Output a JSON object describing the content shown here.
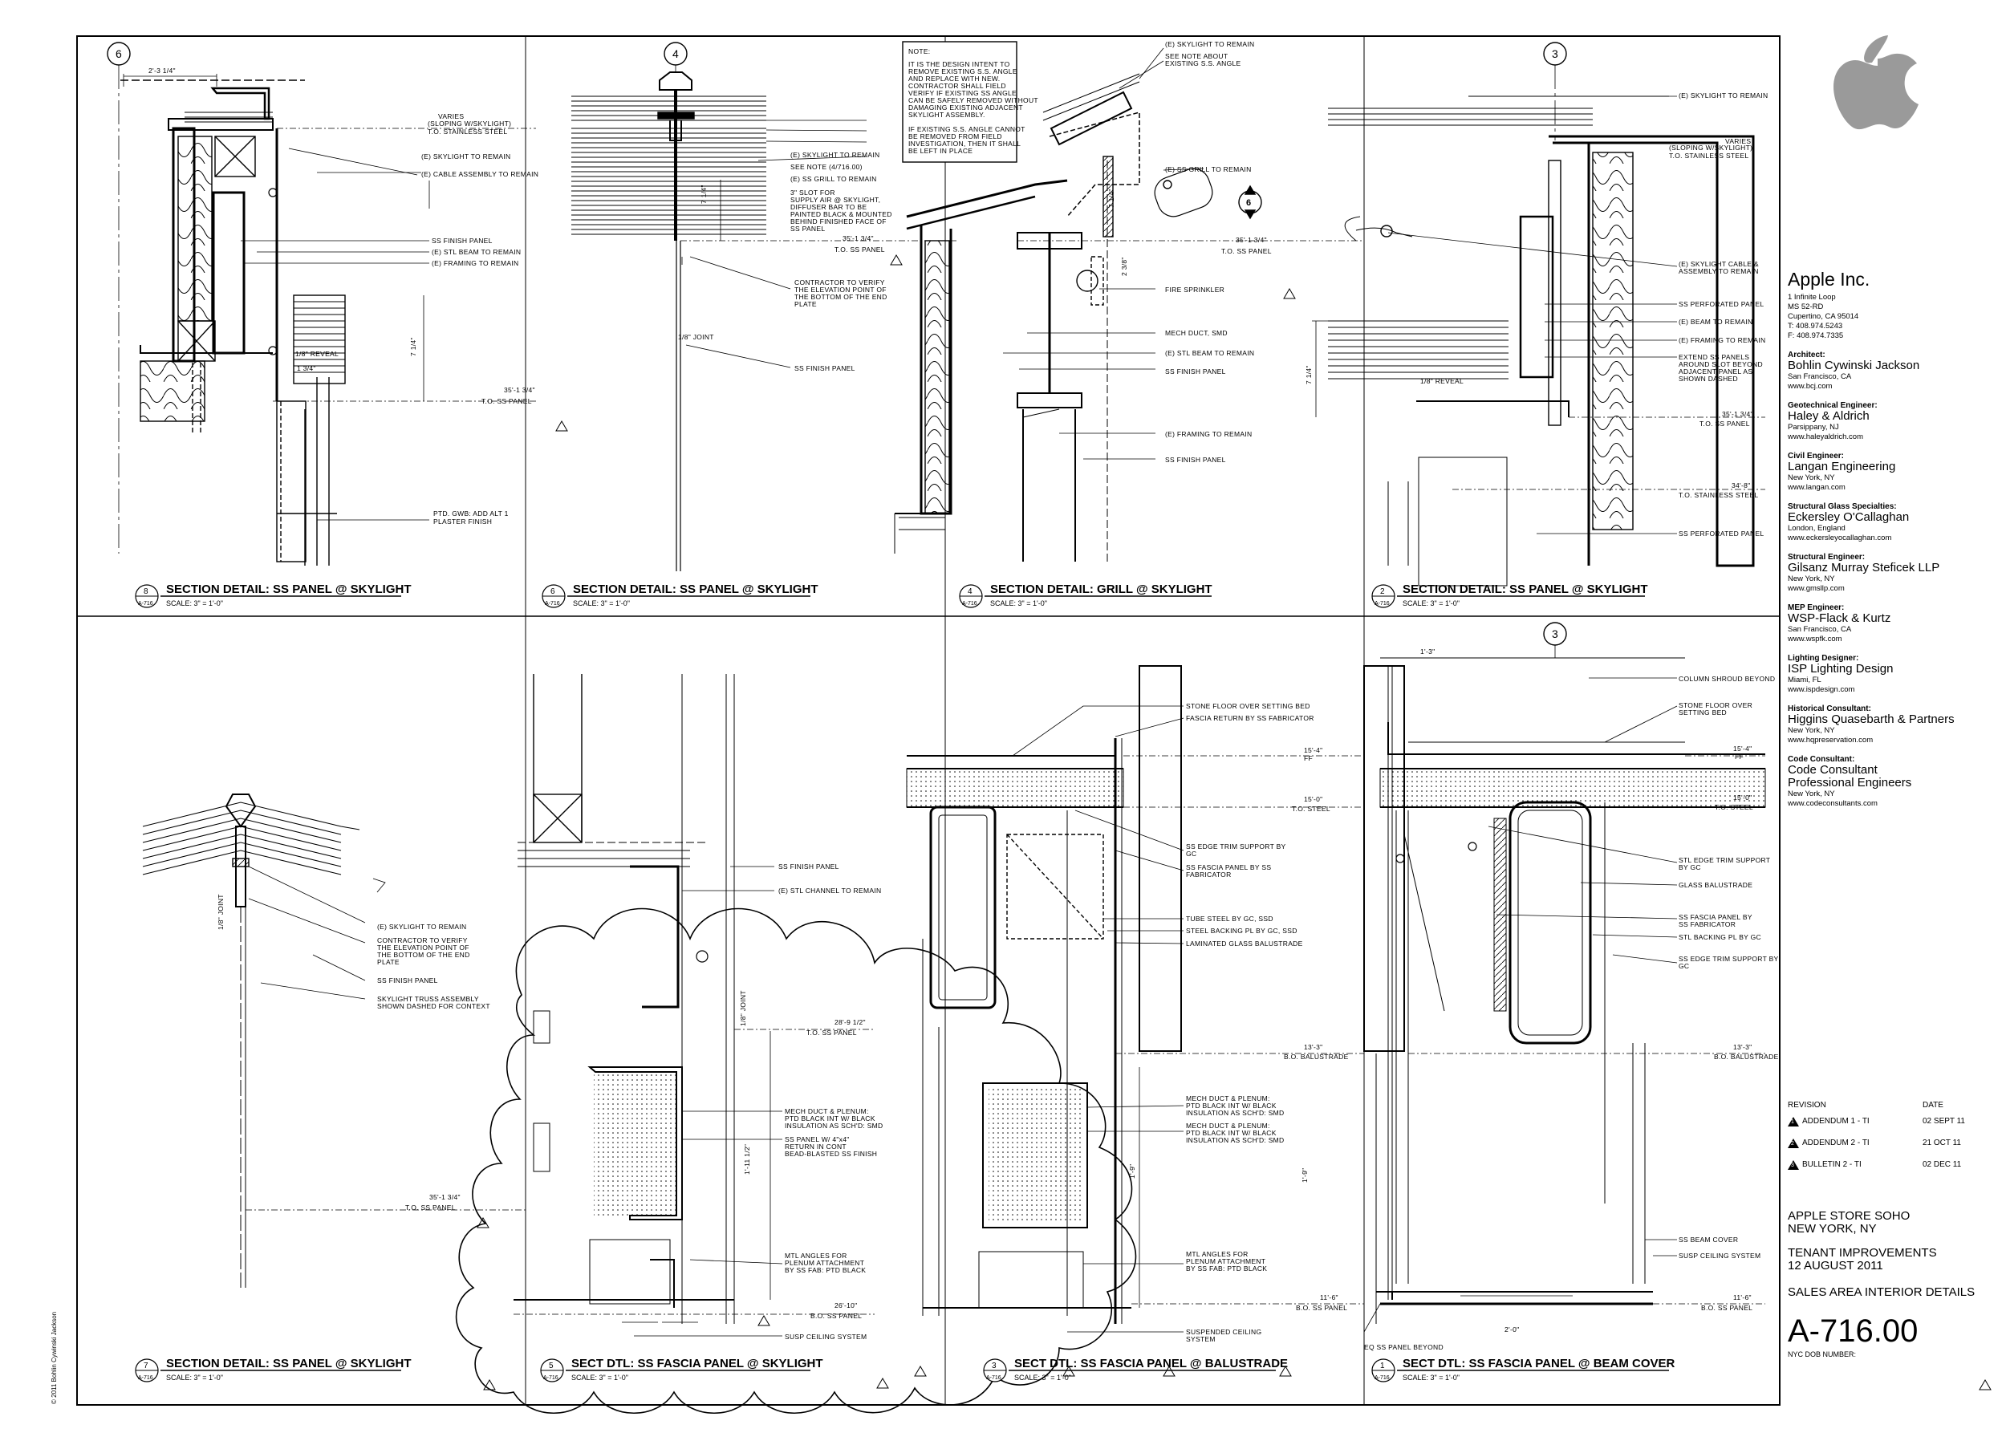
{
  "company": {
    "name": "Apple Inc.",
    "address": [
      "1 Infinite Loop",
      "MS 52-RD",
      "Cupertino, CA 95014",
      "T: 408.974.5243",
      "F: 408.974.7335"
    ]
  },
  "consultants": [
    {
      "role": "Architect:",
      "firm": [
        "Bohlin Cywinski Jackson"
      ],
      "city": "San Francisco, CA",
      "web": "www.bcj.com"
    },
    {
      "role": "Geotechnical Engineer:",
      "firm": [
        "Haley & Aldrich"
      ],
      "city": "Parsippany, NJ",
      "web": "www.haleyaldrich.com"
    },
    {
      "role": "Civil Engineer:",
      "firm": [
        "Langan Engineering"
      ],
      "city": "New York, NY",
      "web": "www.langan.com"
    },
    {
      "role": "Structural Glass Specialties:",
      "firm": [
        "Eckersley O'Callaghan"
      ],
      "city": "London, England",
      "web": "www.eckersleyocallaghan.com"
    },
    {
      "role": "Structural Engineer:",
      "firm": [
        "Gilsanz Murray Steficek LLP"
      ],
      "city": "New York, NY",
      "web": "www.gmsllp.com"
    },
    {
      "role": "MEP Engineer:",
      "firm": [
        "WSP-Flack & Kurtz"
      ],
      "city": "San Francisco, CA",
      "web": "www.wspfk.com"
    },
    {
      "role": "Lighting Designer:",
      "firm": [
        "ISP Lighting Design"
      ],
      "city": "Miami, FL",
      "web": "www.ispdesign.com"
    },
    {
      "role": "Historical Consultant:",
      "firm": [
        "Higgins Quasebarth & Partners"
      ],
      "city": "New York, NY",
      "web": "www.hqpreservation.com"
    },
    {
      "role": "Code Consultant:",
      "firm": [
        "Code Consultant",
        "Professional Engineers"
      ],
      "city": "New York, NY",
      "web": "www.codeconsultants.com"
    }
  ],
  "revisions": {
    "header": "REVISION",
    "date_header": "DATE",
    "items": [
      {
        "num": "1",
        "label": "ADDENDUM 1 - TI",
        "date": "02 SEPT 11"
      },
      {
        "num": "2",
        "label": "ADDENDUM 2 - TI",
        "date": "21 OCT 11"
      },
      {
        "num": "3",
        "label": "BULLETIN 2 - TI",
        "date": "02 DEC 11"
      }
    ]
  },
  "project": {
    "name": [
      "APPLE STORE SOHO",
      "NEW YORK, NY"
    ],
    "phase": [
      "TENANT IMPROVEMENTS",
      "12 AUGUST 2011"
    ],
    "sheet_title": "SALES AREA INTERIOR DETAILS",
    "sheet_number": "A-716.00",
    "dob": "NYC DOB NUMBER:"
  },
  "copyright": "© 2011 Bohlin Cywinski Jackson",
  "details": [
    {
      "num": "8",
      "ref": "A-716",
      "title": "SECTION DETAIL: SS PANEL @ SKYLIGHT",
      "scale": "SCALE:  3\" = 1'-0\""
    },
    {
      "num": "6",
      "ref": "A-716",
      "title": "SECTION DETAIL: SS PANEL @ SKYLIGHT",
      "scale": "SCALE:  3\" = 1'-0\""
    },
    {
      "num": "4",
      "ref": "A-716",
      "title": "SECTION DETAIL: GRILL @ SKYLIGHT",
      "scale": "SCALE:  3\" = 1'-0\""
    },
    {
      "num": "2",
      "ref": "A-716",
      "title": "SECTION DETAIL: SS PANEL @ SKYLIGHT",
      "scale": "SCALE:  3\" = 1'-0\""
    },
    {
      "num": "7",
      "ref": "A-716",
      "title": "SECTION DETAIL: SS PANEL @ SKYLIGHT",
      "scale": "SCALE:  3\" = 1'-0\""
    },
    {
      "num": "5",
      "ref": "A-716",
      "title": "SECT DTL: SS FASCIA PANEL @ SKYLIGHT",
      "scale": "SCALE:  3\" = 1'-0\""
    },
    {
      "num": "3",
      "ref": "A-716",
      "title": "SECT DTL: SS FASCIA PANEL @ BALUSTRADE",
      "scale": "SCALE:  3\" = 1'-0\""
    },
    {
      "num": "1",
      "ref": "A-716",
      "title": "SECT DTL: SS FASCIA PANEL @ BEAM COVER",
      "scale": "SCALE:  3\" = 1'-0\""
    }
  ],
  "grid_bubbles": [
    "6",
    "4",
    "3",
    "3"
  ],
  "section_marker": "6",
  "delta_mark": "3",
  "note_box": [
    "NOTE:",
    "IT IS THE DESIGN INTENT TO",
    "REMOVE EXISTING S.S. ANGLE",
    "AND REPLACE WITH NEW.",
    "CONTRACTOR SHALL FIELD",
    "VERIFY IF EXISTING SS ANGLE",
    "CAN BE SAFELY REMOVED WITHOUT",
    "DAMAGING EXISTING ADJACENT",
    "SKYLIGHT ASSEMBLY.",
    "",
    "IF EXISTING S.S. ANGLE CANNOT",
    "BE REMOVED FROM FIELD",
    "INVESTIGATION, THEN IT SHALL",
    "BE LEFT IN PLACE"
  ],
  "annotations": {
    "d8": [
      "VARIES",
      "(SLOPING W/SKYLIGHT)",
      "T.O. STAINLESS STEEL",
      "(E) SKYLIGHT TO REMAIN",
      "(E) CABLE ASSEMBLY TO REMAIN",
      "SS FINISH PANEL",
      "(E) STL BEAM TO REMAIN",
      "(E) FRAMING TO REMAIN",
      "1/8\" REVEAL",
      "35'-1 3/4\"",
      "T.O. SS PANEL",
      "PTD. GWB: ADD ALT 1",
      "PLASTER FINISH",
      "2'-3 1/4\"",
      "1 3/4\"",
      "7 1/4\""
    ],
    "d6": [
      "(E) SKYLIGHT TO REMAIN",
      "SEE NOTE (4/716.00)",
      "(E) SS GRILL TO REMAIN",
      "3\" SLOT FOR",
      "SUPPLY AIR @ SKYLIGHT,",
      "DIFFUSER BAR TO BE",
      "PAINTED BLACK & MOUNTED",
      "BEHIND FINISHED FACE OF",
      "SS PANEL",
      "35'-1 3/4\"",
      "T.O. SS PANEL",
      "CONTRACTOR TO VERIFY",
      "THE ELEVATION POINT OF",
      "THE BOTTOM OF THE END",
      "PLATE",
      "1/8\" JOINT",
      "SS FINISH PANEL",
      "7 1/4\""
    ],
    "d4": [
      "(E) SKYLIGHT TO REMAIN",
      "SEE NOTE ABOUT",
      "EXISTING S.S. ANGLE",
      "(E) SS GRILL TO REMAIN",
      "35'-1 3/4\"",
      "T.O. SS PANEL",
      "FIRE SPRINKLER",
      "MECH DUCT, SMD",
      "(E) STL BEAM TO REMAIN",
      "SS FINISH PANEL",
      "(E) FRAMING TO REMAIN",
      "SS FINISH PANEL",
      "7 1/4\"",
      "2 3/8\""
    ],
    "d2": [
      "(E) SKYLIGHT TO REMAIN",
      "VARIES",
      "(SLOPING W/SKYLIGHT)",
      "T.O. STAINLESS STEEL",
      "(E) SKYLIGHT CABLE &",
      "ASSEMBLY TO REMAIN",
      "SS PERFORATED PANEL",
      "(E) BEAM TO REMAIN",
      "(E) FRAMING TO REMAIN",
      "EXTEND SS PANELS",
      "AROUND SLOT BEYOND",
      "ADJACENT PANEL AS",
      "SHOWN DASHED",
      "1/8\" REVEAL",
      "35'-1 3/4\"",
      "T.O. SS PANEL",
      "34'-8\"",
      "T.O. STAINLESS STEEL",
      "SS PERFORATED PANEL",
      "7 1/4\""
    ],
    "d7": [
      "(E) SKYLIGHT TO REMAIN",
      "CONTRACTOR TO VERIFY",
      "THE ELEVATION POINT OF",
      "THE BOTTOM OF THE END",
      "PLATE",
      "SS FINISH PANEL",
      "SKYLIGHT TRUSS ASSEMBLY",
      "SHOWN DASHED FOR CONTEXT",
      "35'-1 3/4\"",
      "T.O. SS PANEL",
      "1/8\" JOINT"
    ],
    "d5": [
      "SS FINISH PANEL",
      "(E) STL CHANNEL TO REMAIN",
      "28'-9 1/2\"",
      "T.O. SS PANEL",
      "MECH DUCT & PLENUM:",
      "PTD BLACK INT W/ BLACK",
      "INSULATION AS SCH'D: SMD",
      "SS PANEL W/ 4\"x4\"",
      "RETURN IN CONT",
      "BEAD-BLASTED SS FINISH",
      "MTL ANGLES FOR",
      "PLENUM ATTACHMENT",
      "BY SS FAB: PTD BLACK",
      "26'-10\"",
      "B.O. SS PANEL",
      "SUSP CEILING SYSTEM",
      "1/8\" JOINT",
      "1'-11 1/2\""
    ],
    "d3": [
      "STONE FLOOR OVER SETTING BED",
      "FASCIA RETURN BY SS FABRICATOR",
      "15'-4\"",
      "FF",
      "15'-0\"",
      "T.O. STEEL",
      "SS EDGE TRIM SUPPORT BY",
      "GC",
      "SS FASCIA PANEL BY SS",
      "FABRICATOR",
      "TUBE STEEL BY GC, SSD",
      "STEEL BACKING PL BY GC, SSD",
      "LAMINATED GLASS BALUSTRADE",
      "13'-3\"",
      "B.O. BALUSTRADE",
      "MECH DUCT & PLENUM:",
      "PTD BLACK INT W/ BLACK",
      "INSULATION AS SCH'D: SMD",
      "MECH DUCT & PLENUM:",
      "PTD BLACK INT W/ BLACK",
      "INSULATION AS SCH'D: SMD",
      "MTL ANGLES FOR",
      "PLENUM ATTACHMENT",
      "BY SS FAB: PTD BLACK",
      "11'-6\"",
      "B.O. SS PANEL",
      "SUSPENDED CEILING",
      "SYSTEM",
      "1'-9\""
    ],
    "d1": [
      "COLUMN SHROUD BEYOND",
      "STONE FLOOR OVER",
      "SETTING BED",
      "15'-4\"",
      "FF",
      "15'-0\"",
      "T.O. STEEL",
      "STL EDGE TRIM SUPPORT",
      "BY GC",
      "GLASS BALUSTRADE",
      "SS FASCIA PANEL BY",
      "SS FABRICATOR",
      "STL BACKING PL BY GC",
      "SS EDGE TRIM SUPPORT BY",
      "GC",
      "13'-3\"",
      "B.O. BALUSTRADE",
      "SS BEAM COVER",
      "SUSP CEILING SYSTEM",
      "11'-6\"",
      "B.O. SS PANEL",
      "EQ SS PANEL BEYOND",
      "1'-3\"",
      "2'-0\"",
      "1'-9\""
    ]
  }
}
